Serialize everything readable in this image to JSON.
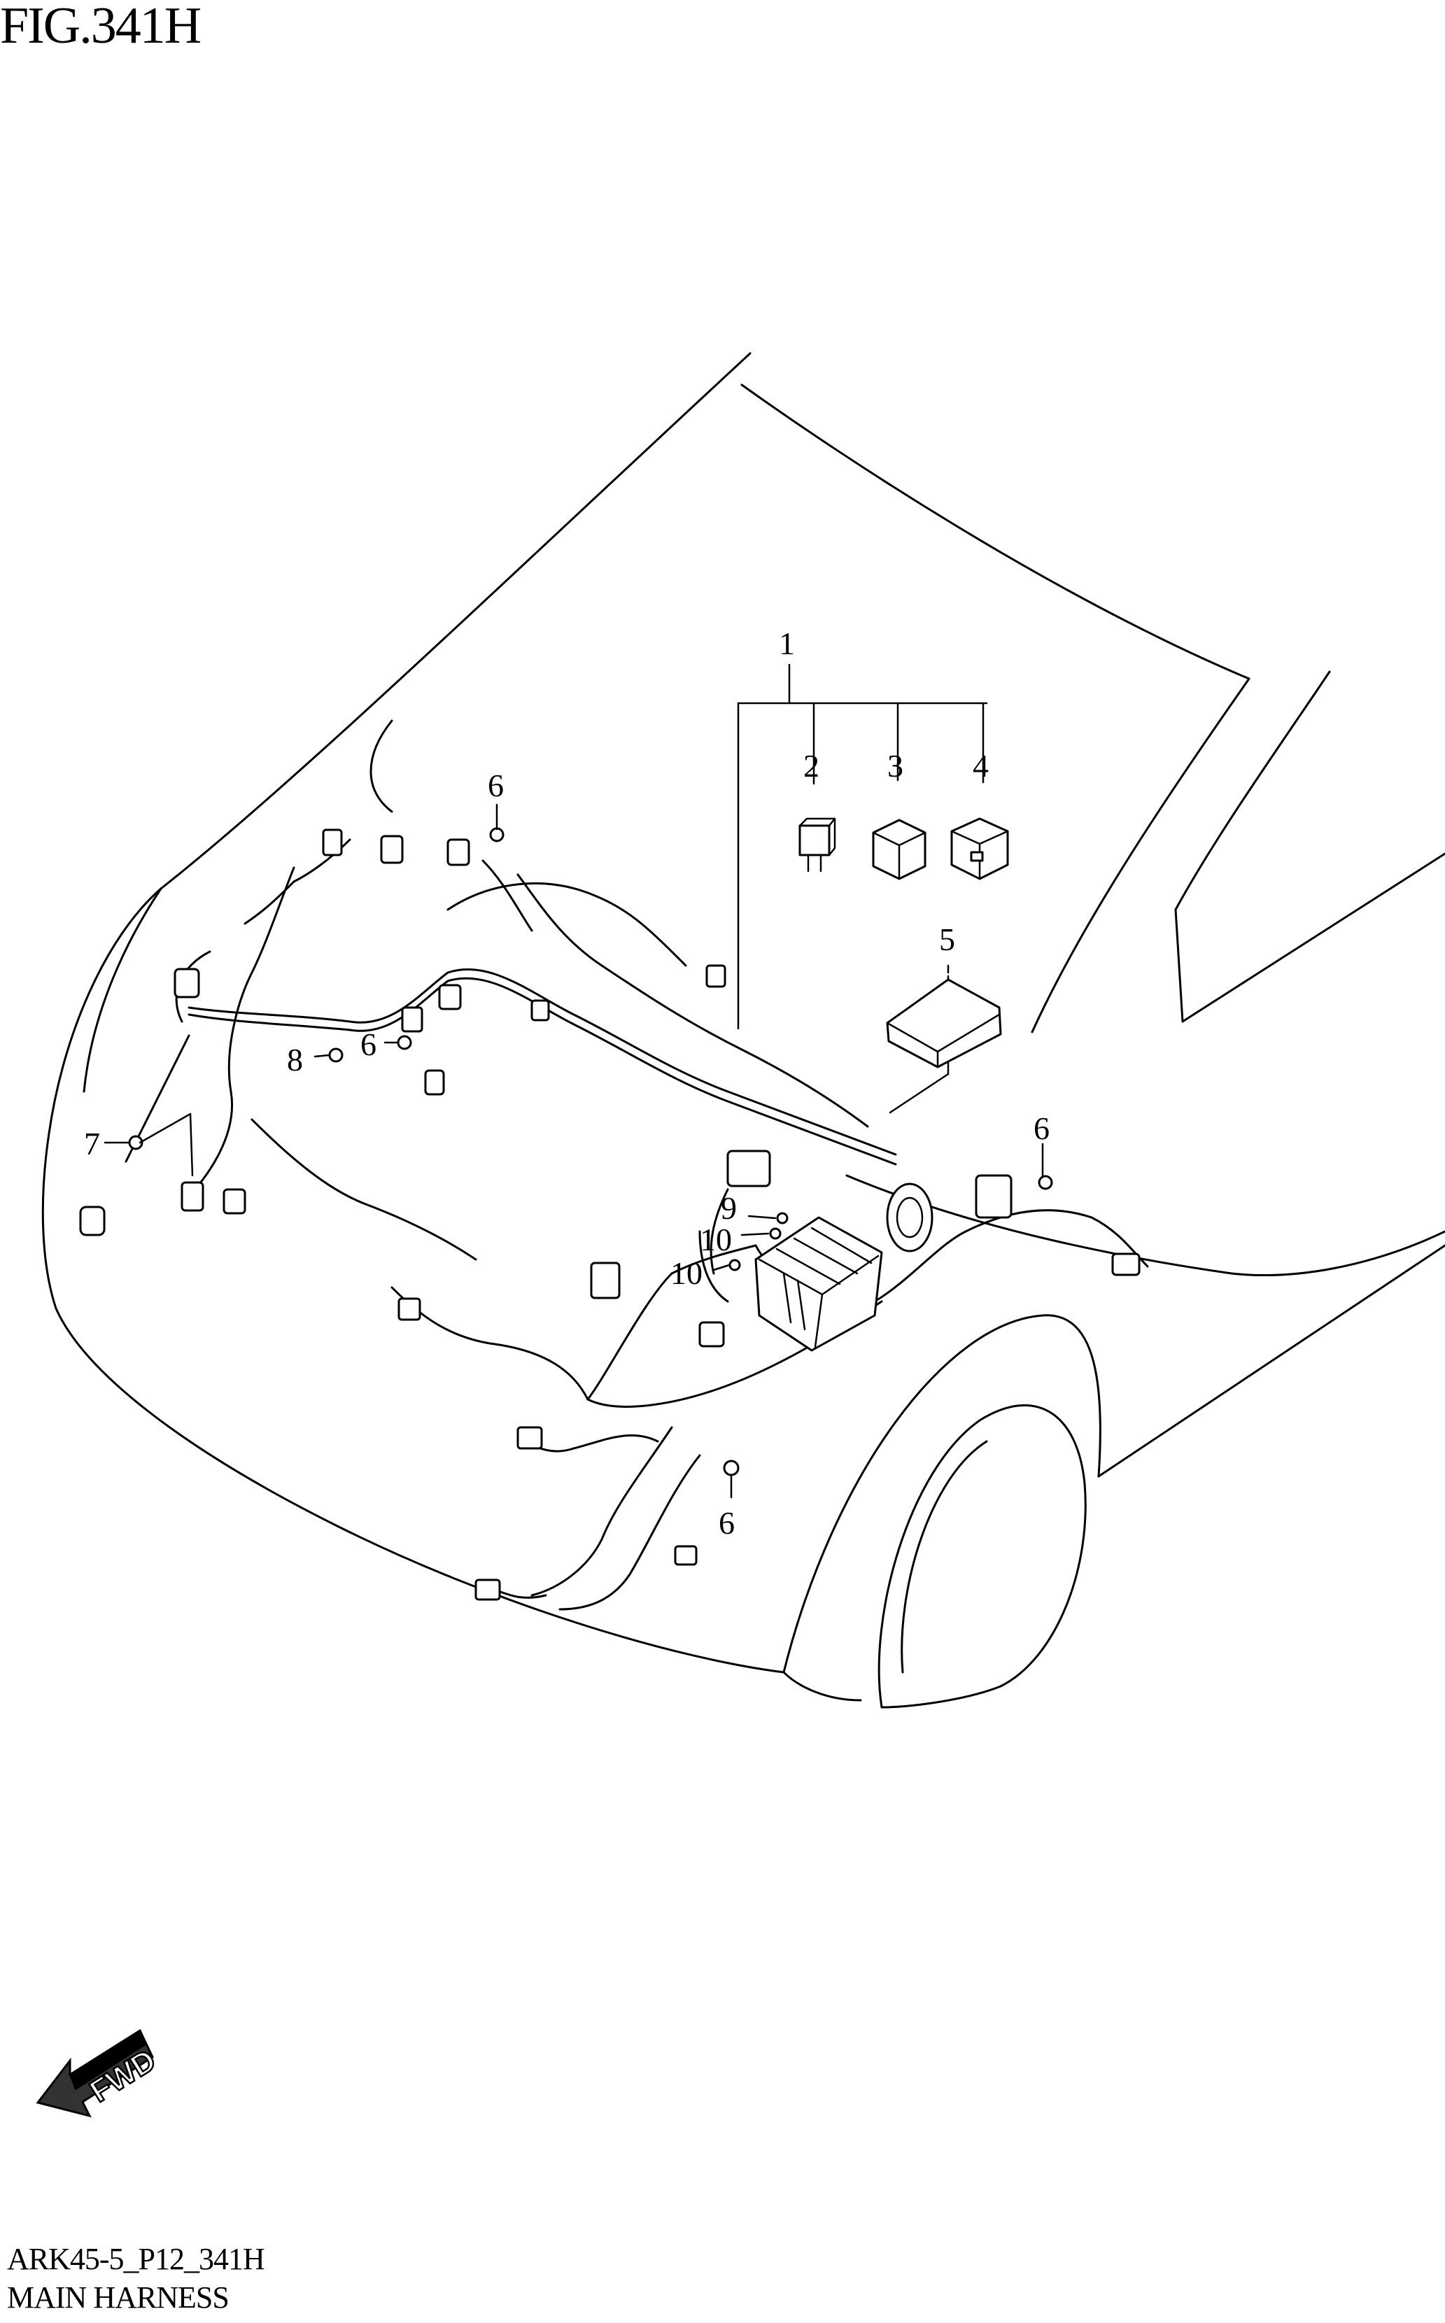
{
  "figure": {
    "title": "FIG.341H",
    "code": "ARK45-5_P12_341H",
    "name": "MAIN HARNESS"
  },
  "callouts": [
    "1",
    "2",
    "3",
    "4",
    "5",
    "6",
    "6",
    "6",
    "6",
    "7",
    "8",
    "9",
    "10",
    "10"
  ],
  "direction_marker": "FWD"
}
